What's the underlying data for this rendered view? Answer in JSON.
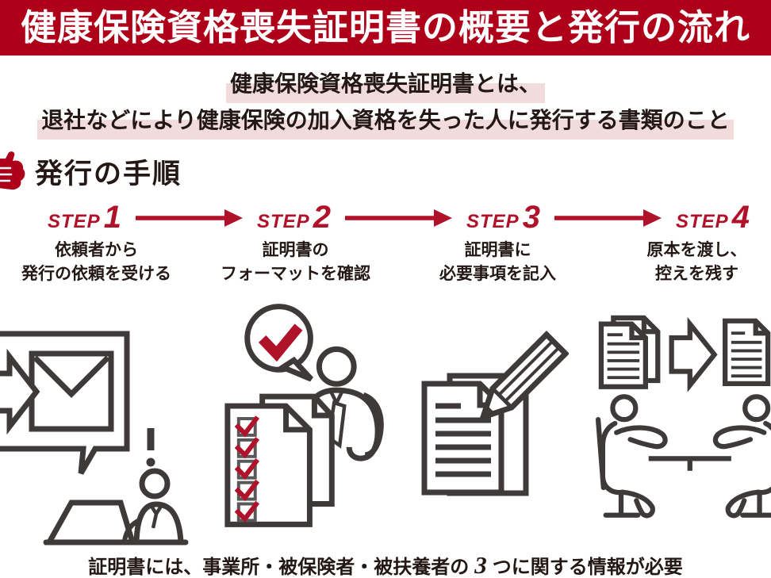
{
  "page": {
    "banner_title": "健康保険資格喪失証明書の概要と発行の流れ",
    "intro_line1": "健康保険資格喪失証明書とは、",
    "intro_line2": "退社などにより健康保険の加入資格を失った人に発行する書類のこと",
    "section_title": "発行の手順",
    "footer": {
      "prefix": "証明書には、事業所・被保険者・被扶養者の",
      "number": "3",
      "suffix": "つに関する情報が必要"
    }
  },
  "steps": [
    {
      "label": "STEP",
      "number": "1",
      "desc_line1": "依頼者から",
      "desc_line2": "発行の依頼を受ける",
      "illustration": "person-at-laptop-receiving-request-mail"
    },
    {
      "label": "STEP",
      "number": "2",
      "desc_line1": "証明書の",
      "desc_line2": "フォーマットを確認",
      "illustration": "person-confirming-checklist-format"
    },
    {
      "label": "STEP",
      "number": "3",
      "desc_line1": "証明書に",
      "desc_line2": "必要事項を記入",
      "illustration": "pencil-filling-in-certificate"
    },
    {
      "label": "STEP",
      "number": "4",
      "desc_line1": "原本を渡し、",
      "desc_line2": "控えを残す",
      "illustration": "two-people-handing-over-original-keeping-copy"
    }
  ],
  "colors": {
    "banner_red": "#ae0019",
    "accent_red": "#b0122a",
    "highlight_pink": "#f2dbdb",
    "line_art_gray": "#3e3a39",
    "text_dark": "#231815"
  }
}
